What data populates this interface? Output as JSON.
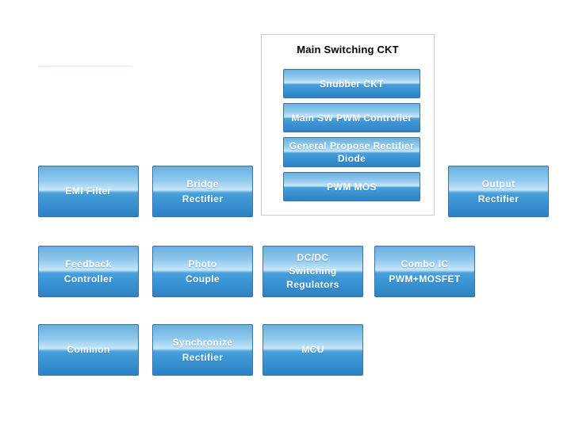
{
  "colors": {
    "page_bg": "#ffffff",
    "block_border": "#3a72a9",
    "grad_top": "#69b0e0",
    "grad_upper": "#92c9ed",
    "grad_gloss": "#c6e6f8",
    "grad_lower": "#49a0da",
    "grad_deep": "#3a93d3",
    "grad_bottom": "#2d82c5",
    "block_text": "#ffffff",
    "group_border": "#cbcbcb",
    "group_bg": "#ffffff",
    "title_text": "#000000",
    "faint_line": "#cdf4ef"
  },
  "main_group": {
    "title": "Main Switching CKT",
    "items": [
      {
        "name": "snubber-ckt",
        "lines": [
          "Snubber CKT"
        ]
      },
      {
        "name": "main-sw-pwm-controller",
        "lines": [
          "Main SW PWM Controller"
        ]
      },
      {
        "name": "general-propose-rectifier-diode",
        "lines": [
          "General Propose Rectifier",
          "Diode"
        ]
      },
      {
        "name": "pwm-mos",
        "lines": [
          "PWM MOS"
        ]
      }
    ]
  },
  "blocks": [
    {
      "name": "emi-filter",
      "lines": [
        "EMI Filter"
      ]
    },
    {
      "name": "bridge-rectifier",
      "lines": [
        "Bridge",
        "Rectifier"
      ]
    },
    {
      "name": "output-rectifier",
      "lines": [
        "Output",
        "Rectifier"
      ]
    },
    {
      "name": "feedback-controller",
      "lines": [
        "Feedback",
        "Controller"
      ]
    },
    {
      "name": "photo-couple",
      "lines": [
        "Photo",
        "Couple"
      ]
    },
    {
      "name": "dcdc-switching-regulators",
      "lines": [
        "DC/DC",
        "Switching",
        "Regulators"
      ]
    },
    {
      "name": "combo-ic-pwm-mosfet",
      "lines": [
        "Combo IC",
        "PWM+MOSFET"
      ]
    },
    {
      "name": "common",
      "lines": [
        "Common"
      ]
    },
    {
      "name": "synchronize-rectifier",
      "lines": [
        "Synchronize",
        "Rectifier"
      ]
    },
    {
      "name": "mcu",
      "lines": [
        "MCU"
      ]
    }
  ]
}
